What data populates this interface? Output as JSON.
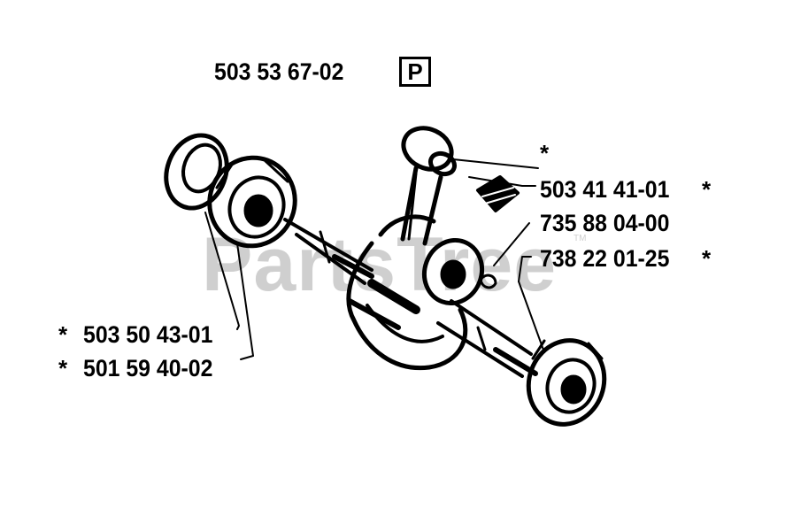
{
  "assembly": {
    "part_number": "503 53 67-02",
    "badge": "P"
  },
  "parts": [
    {
      "number": "503 41 41-01",
      "star": "*"
    },
    {
      "number": "735 88 04-00"
    },
    {
      "number": "738 22 01-25",
      "star": "*"
    },
    {
      "number": "503 50 43-01",
      "star": "*"
    },
    {
      "number": "501 59 40-02",
      "star": "*"
    }
  ],
  "rod_star": "*",
  "watermark": {
    "text": "PartsTree",
    "tm": "TM"
  }
}
